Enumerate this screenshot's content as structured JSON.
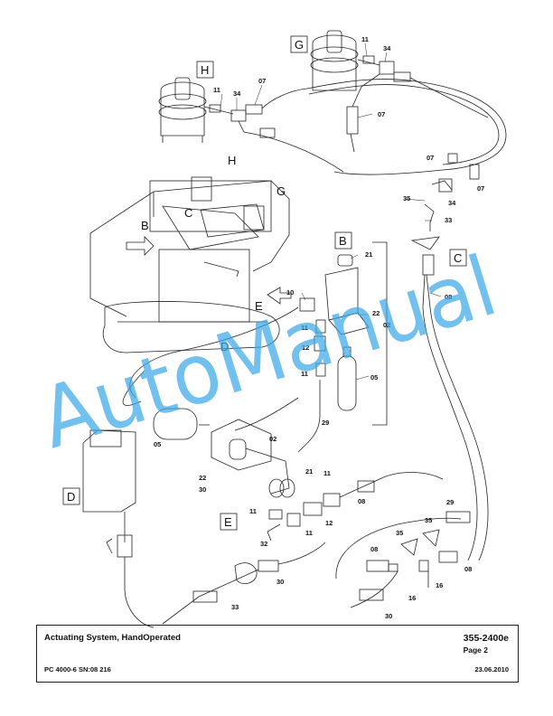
{
  "document": {
    "title": "Actuating System, HandOperated",
    "doc_number": "355-2400e",
    "page": "Page 2",
    "model": "PC 4000-6 SN:08 216",
    "date": "23.06.2010"
  },
  "watermark": "AutoManual",
  "section_letters": {
    "G": "G",
    "H": "H",
    "B": "B",
    "C": "C",
    "D": "D",
    "E": "E"
  },
  "callouts": {
    "c11": "11",
    "c34": "34",
    "c07": "07",
    "c35": "35",
    "c33": "33",
    "c08": "08",
    "c21": "21",
    "c10": "10",
    "c22": "22",
    "c02": "02",
    "c12": "12",
    "c05": "05",
    "c29": "29",
    "c30": "30",
    "c32": "32",
    "c16": "16"
  },
  "colors": {
    "line": "#222222",
    "watermark": "#3aa7e6"
  }
}
